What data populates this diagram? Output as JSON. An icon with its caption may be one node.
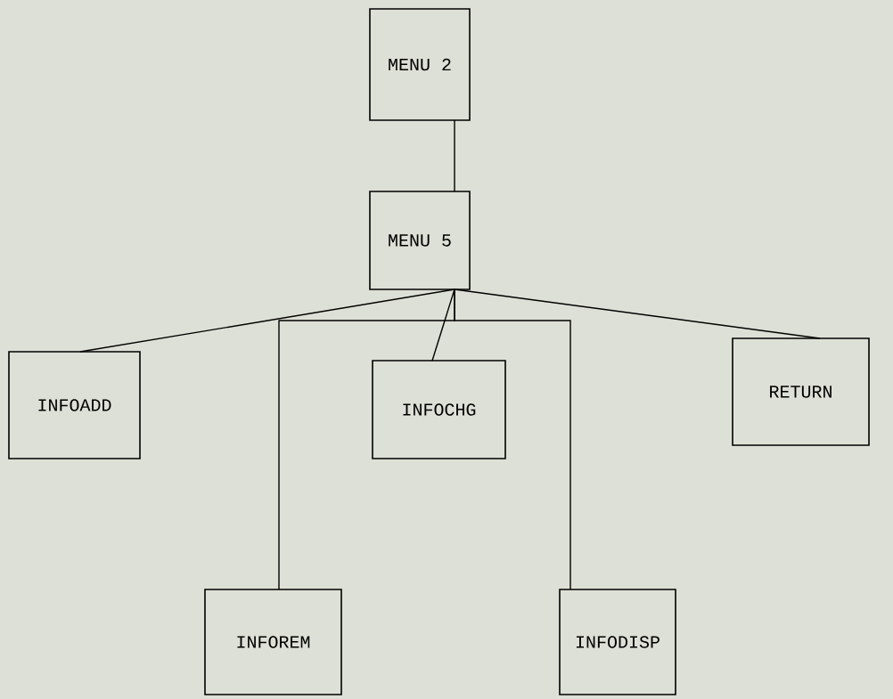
{
  "diagram": {
    "nodes": [
      {
        "text": [
          "MENU 2"
        ]
      },
      {
        "text": [
          "MENU 5"
        ]
      },
      {
        "text": [
          "INFOADD"
        ]
      },
      {
        "text": [
          "INFOREM"
        ]
      },
      {
        "text": [
          "INFOCHG"
        ]
      },
      {
        "text": [
          "INFODISP"
        ]
      },
      {
        "text": [
          "RETURN"
        ]
      }
    ],
    "edges": [
      {
        "from": 0,
        "to": 1,
        "arrow": "none"
      },
      {
        "from": 1,
        "to": 2,
        "arrow": "none"
      },
      {
        "from": 1,
        "to": 3,
        "arrow": "none"
      },
      {
        "from": 1,
        "to": 4,
        "arrow": "none"
      },
      {
        "from": 1,
        "to": 5,
        "arrow": "none"
      },
      {
        "from": 1,
        "to": 6,
        "arrow": "none"
      }
    ]
  }
}
